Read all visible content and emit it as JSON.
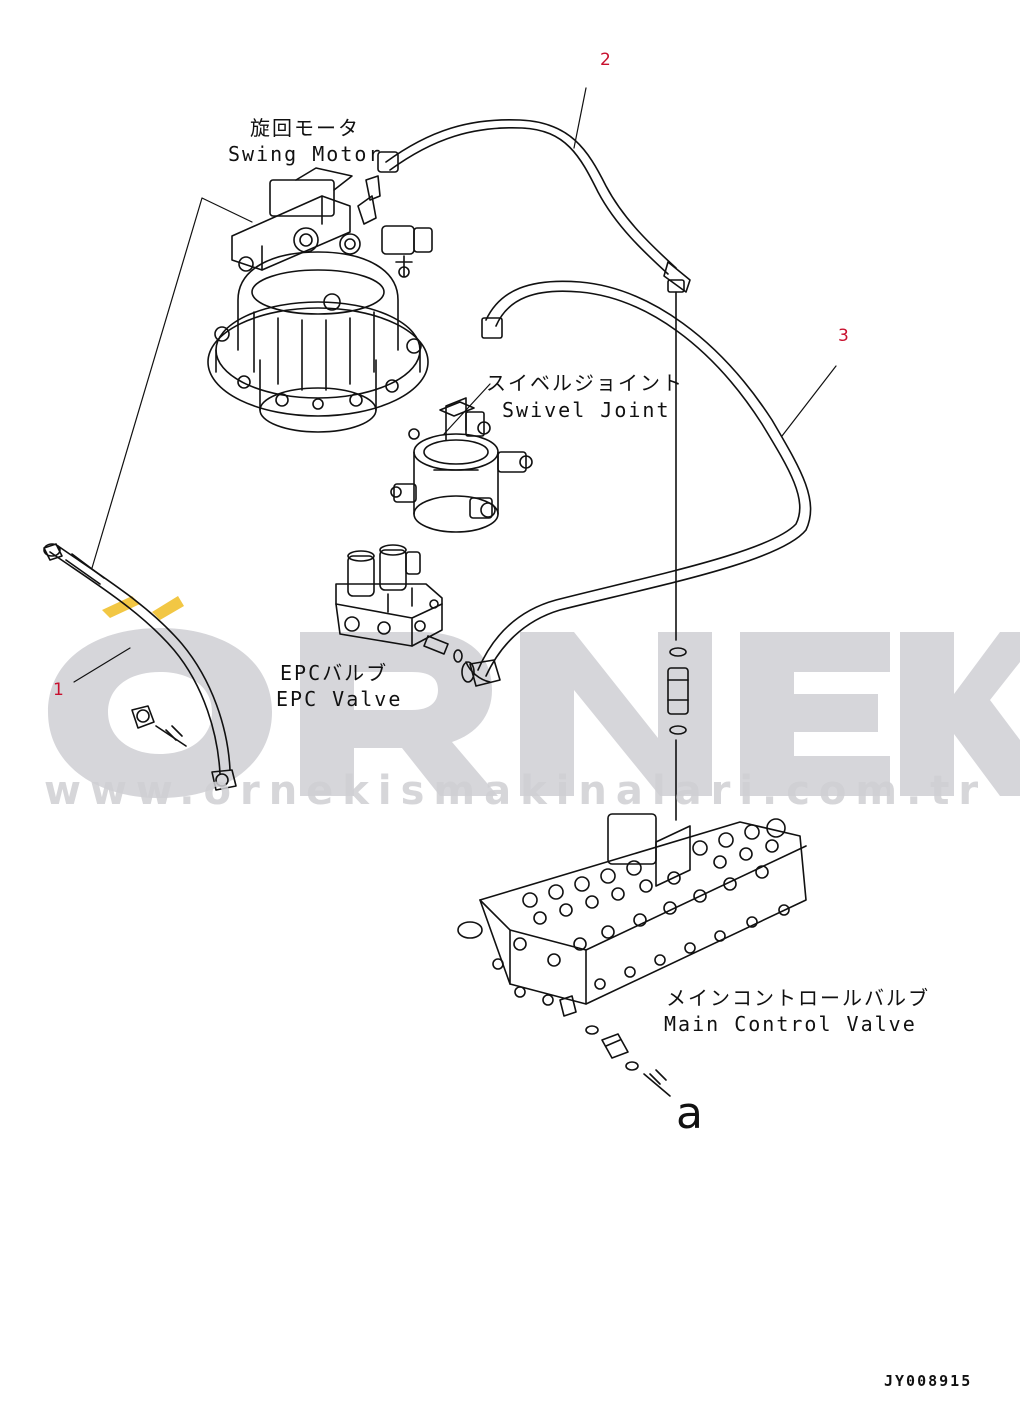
{
  "labels": {
    "swing_motor_jp": "旋回モータ",
    "swing_motor_en": "Swing Motor",
    "swivel_joint_jp": "スイベルジョイント",
    "swivel_joint_en": "Swivel Joint",
    "epc_valve_jp": "EPCバルブ",
    "epc_valve_en": "EPC Valve",
    "main_control_jp": "メインコントロールバルブ",
    "main_control_en": "Main Control Valve"
  },
  "callouts": {
    "hose_1": "1",
    "hose_2": "2",
    "hose_3": "3"
  },
  "detail_marker": "a",
  "watermark": {
    "logo": "ÖRNEK",
    "url": "www.ornekismakinalari.com.tr"
  },
  "document_id": "JY008915",
  "colors": {
    "callout": "#c8102e",
    "watermark": "#d4d4d8",
    "watermark_accent": "#f2c744",
    "line": "#111111"
  }
}
